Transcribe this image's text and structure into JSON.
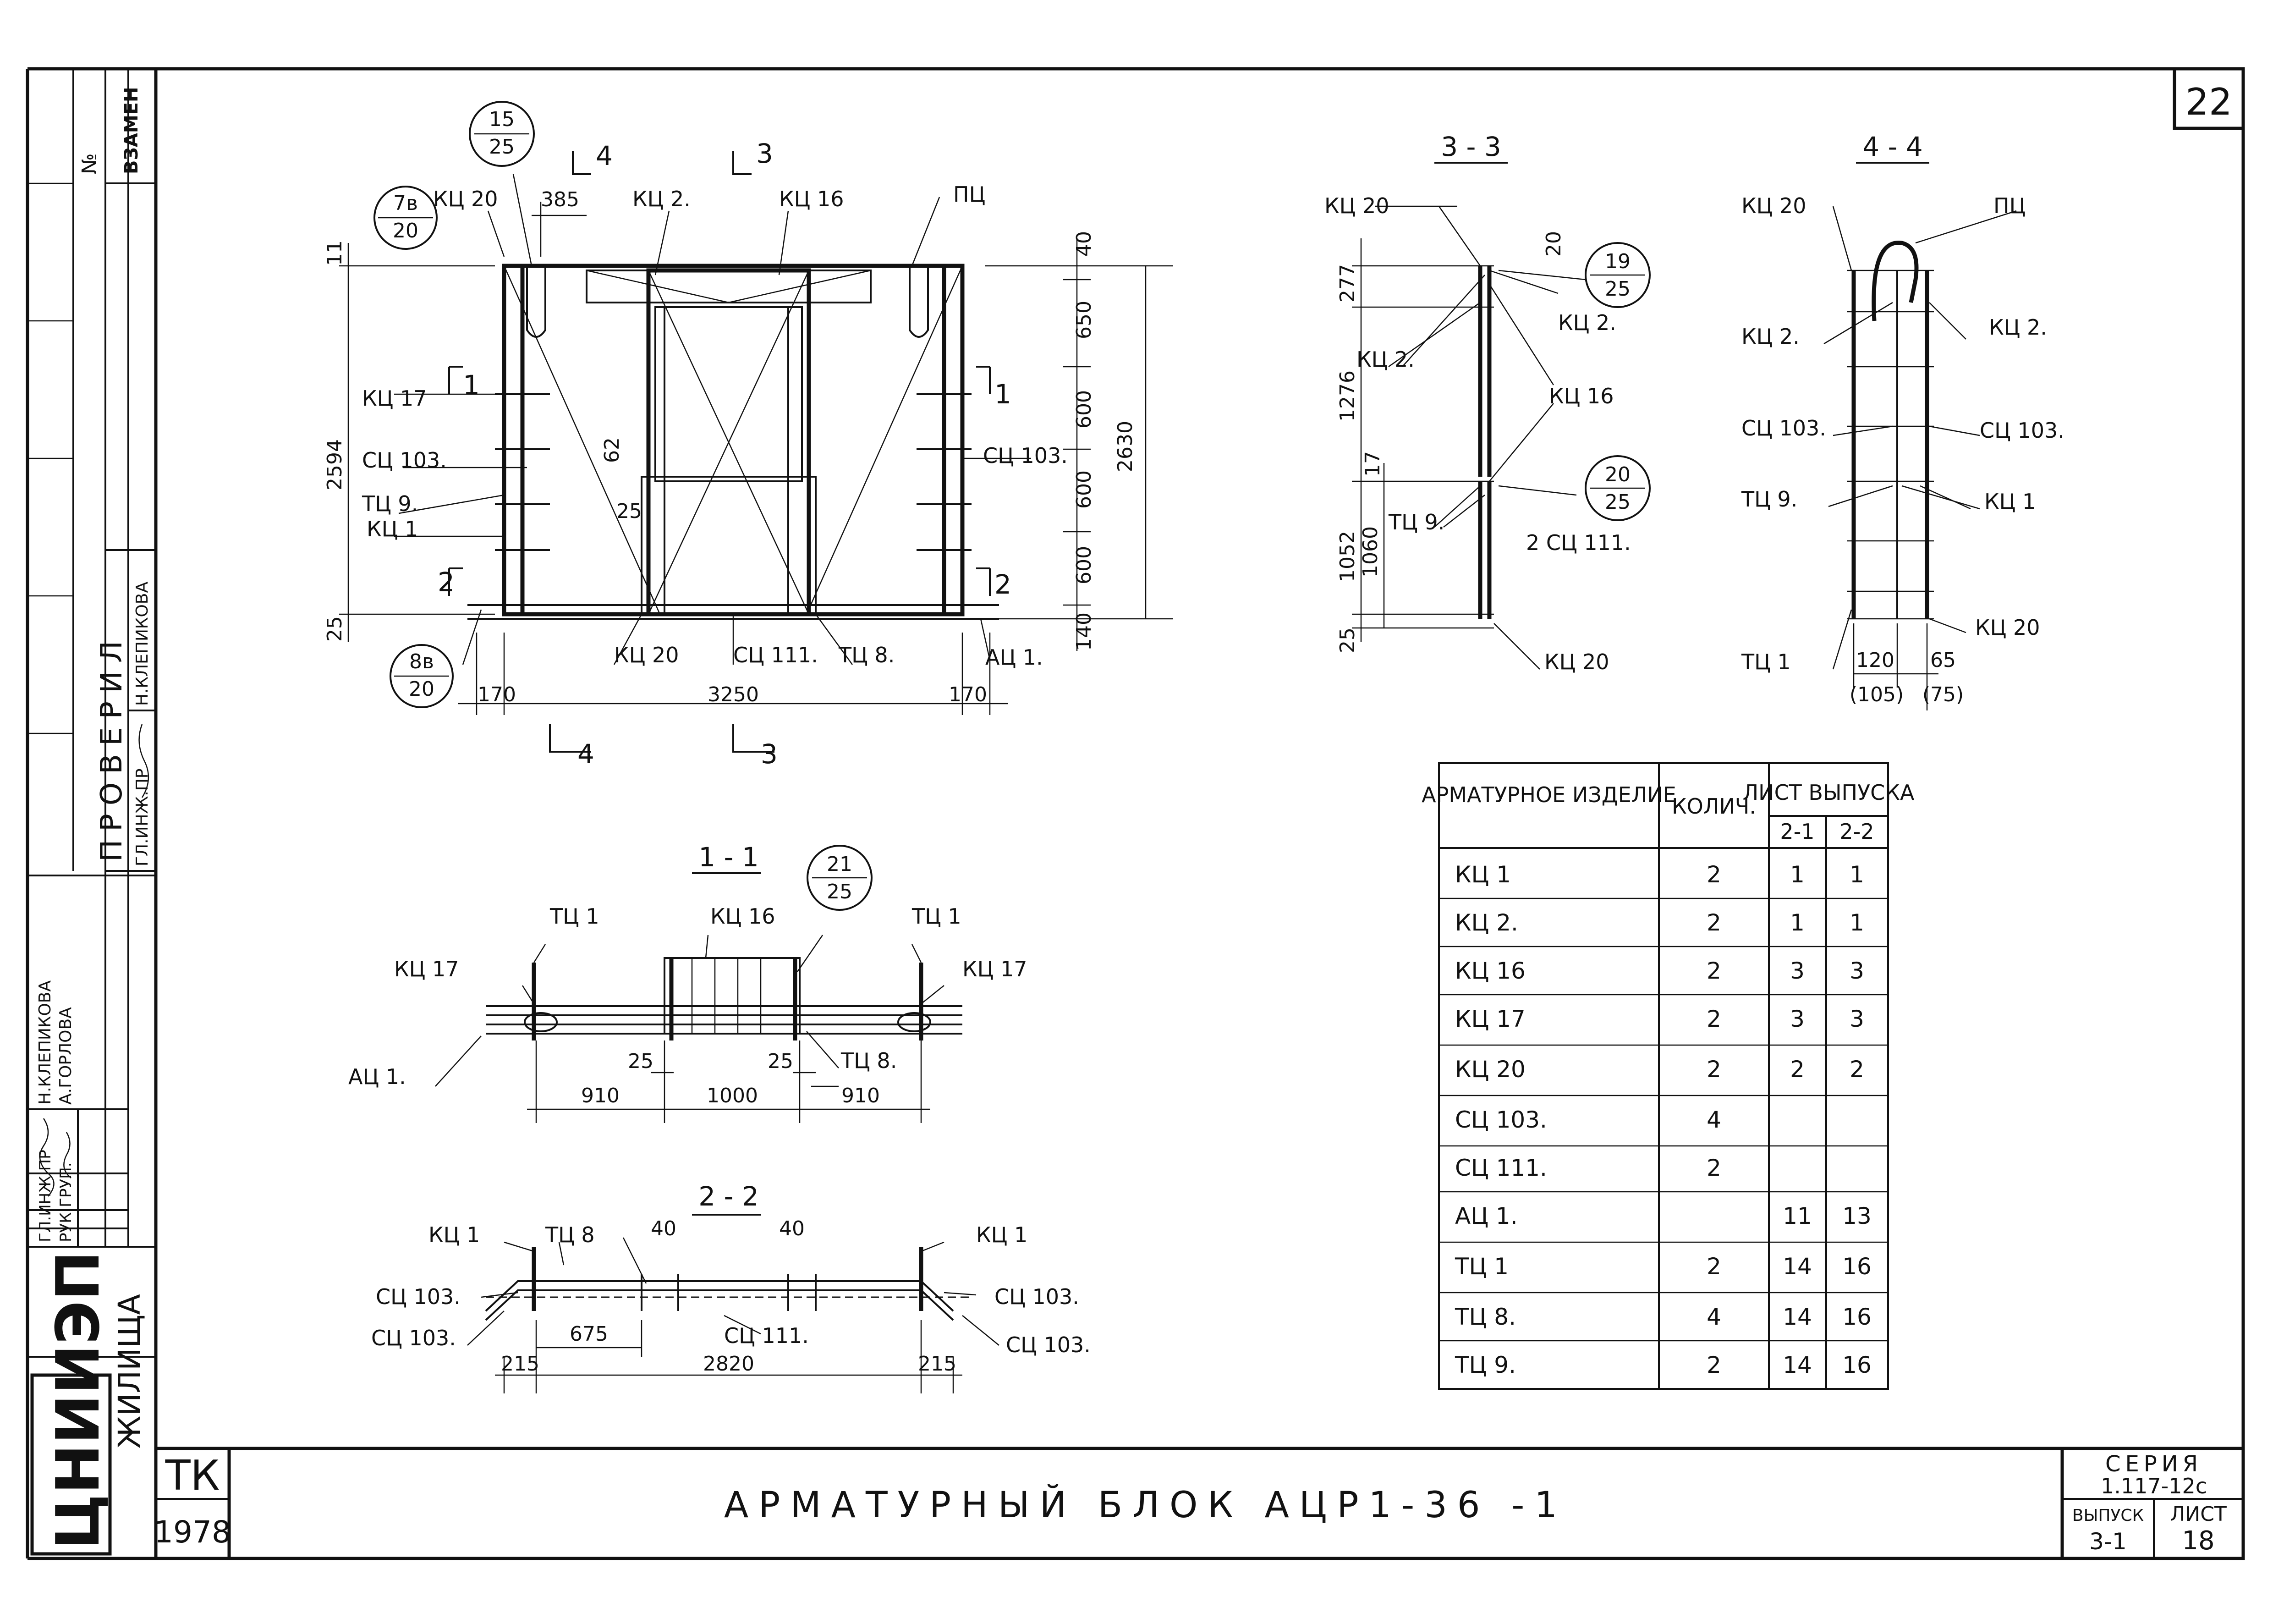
{
  "sheet": {
    "page_number": "22",
    "title": "АРМАТУРНЫЙ БЛОК АЦР1-36 -1",
    "tk": "ТК",
    "year": "1978",
    "series_label": "СЕРИЯ",
    "series_value": "1.117-12с",
    "issue_label": "ВЫПУСК",
    "issue_value": "3-1",
    "sheet_label": "ЛИСТ",
    "sheet_value": "18"
  },
  "side_stamp": {
    "logo": "ЦНИИЭП",
    "org_suffix": "ЖИЛИЩА",
    "vzamen": "ВЗАМЕН",
    "number_sign": "№",
    "checked": "ПРОВЕРИЛ",
    "role_chief_engineer": "ГЛ.ИНЖ.ПР",
    "role_group_head": "РУК.ГРУП.",
    "name_klepikova": "Н.КЛЕПИКОВА",
    "name_gorlova": "А.ГОРЛОВА",
    "name_klepikova_checked": "Н.КЛЕПИКОВА"
  },
  "elevation": {
    "circles": [
      {
        "top": "15",
        "bottom": "25"
      },
      {
        "top": "7в",
        "bottom": "20"
      },
      {
        "top": "8в",
        "bottom": "20"
      }
    ],
    "labels": {
      "kc20_top": "КЦ 20",
      "kc2_top": "КЦ 2.",
      "kc16_top": "КЦ 16",
      "pc_top": "ПЦ",
      "kc17": "КЦ 17",
      "sc103_left": "СЦ 103.",
      "tc9": "ТЦ 9.",
      "kc1": "КЦ 1",
      "sc103_right": "СЦ 103.",
      "kc20_bot": "КЦ 20",
      "sc111": "СЦ 111.",
      "tc8": "ТЦ 8.",
      "ac1": "АЦ 1."
    },
    "dims": {
      "d385": "385",
      "d40": "40",
      "d650": "650",
      "d600a": "600",
      "d600b": "600",
      "d600c": "600",
      "d140": "140",
      "d2630": "2630",
      "d2594": "2594",
      "d11": "11",
      "d25l": "25",
      "d62": "62",
      "d25m": "25",
      "d170l": "170",
      "d3250": "3250",
      "d170r": "170"
    },
    "cuts": {
      "c1": "1",
      "c2": "2",
      "c3": "3",
      "c4": "4"
    }
  },
  "section_11": {
    "title": "1 - 1",
    "circle": {
      "top": "21",
      "bottom": "25"
    },
    "labels": {
      "tc1_l": "ТЦ 1",
      "kc16": "КЦ 16",
      "tc1_r": "ТЦ 1",
      "kc17_l": "КЦ 17",
      "kc17_r": "КЦ 17",
      "ac1": "АЦ 1.",
      "tc8": "ТЦ 8."
    },
    "dims": {
      "d25l": "25",
      "d25r": "25",
      "d910l": "910",
      "d1000": "1000",
      "d910r": "910"
    }
  },
  "section_22": {
    "title": "2 - 2",
    "labels": {
      "kc1_l": "КЦ 1",
      "tc8": "ТЦ 8",
      "kc1_r": "КЦ 1",
      "sc103_a": "СЦ 103.",
      "sc103_b": "СЦ 103.",
      "sc111": "СЦ 111.",
      "sc103_c": "СЦ 103.",
      "sc103_d": "СЦ 103."
    },
    "dims": {
      "d40a": "40",
      "d40b": "40",
      "d675": "675",
      "d215l": "215",
      "d2820": "2820",
      "d215r": "215"
    }
  },
  "section_33": {
    "title": "3 - 3",
    "circles": [
      {
        "top": "19",
        "bottom": "25"
      },
      {
        "top": "20",
        "bottom": "25"
      }
    ],
    "labels": {
      "kc20_t": "КЦ 20",
      "kc2_l": "КЦ 2.",
      "kc2_r": "КЦ 2.",
      "kc16": "КЦ 16",
      "tc9": "ТЦ 9.",
      "sc111": "2 СЦ 111.",
      "kc20_b": "КЦ 20"
    },
    "dims": {
      "d20": "20",
      "d277": "277",
      "d1276": "1276",
      "d17": "17",
      "d1052": "1052",
      "d1060": "1060",
      "d25": "25"
    }
  },
  "section_44": {
    "title": "4 - 4",
    "labels": {
      "kc20_t": "КЦ 20",
      "pc": "ПЦ",
      "kc2_l": "КЦ 2.",
      "kc2_r": "КЦ 2.",
      "sc103_l": "СЦ 103.",
      "sc103_r": "СЦ 103.",
      "tc9": "ТЦ 9.",
      "kc1": "КЦ 1",
      "tc1": "ТЦ 1",
      "kc20_b": "КЦ 20"
    },
    "dims": {
      "d120": "120",
      "d65": "65",
      "d105": "(105)",
      "d75": "(75)"
    }
  },
  "spec_table": {
    "header": {
      "item": "АРМАТУРНОЕ ИЗДЕЛИЕ",
      "qty": "КОЛИЧ.",
      "sheet": "ЛИСТ ВЫПУСКА",
      "v21": "2-1",
      "v22": "2-2"
    },
    "rows": [
      {
        "item": "КЦ 1",
        "qty": "2",
        "v21": "1",
        "v22": "1"
      },
      {
        "item": "КЦ 2.",
        "qty": "2",
        "v21": "1",
        "v22": "1"
      },
      {
        "item": "КЦ 16",
        "qty": "2",
        "v21": "3",
        "v22": "3"
      },
      {
        "item": "КЦ 17",
        "qty": "2",
        "v21": "3",
        "v22": "3"
      },
      {
        "item": "КЦ 20",
        "qty": "2",
        "v21": "2",
        "v22": "2"
      },
      {
        "item": "СЦ 103.",
        "qty": "4",
        "v21": "",
        "v22": ""
      },
      {
        "item": "СЦ 111.",
        "qty": "2",
        "v21": "",
        "v22": ""
      },
      {
        "item": "АЦ 1.",
        "qty": "",
        "v21": "11",
        "v22": "13"
      },
      {
        "item": "ТЦ 1",
        "qty": "2",
        "v21": "14",
        "v22": "16"
      },
      {
        "item": "ТЦ 8.",
        "qty": "4",
        "v21": "14",
        "v22": "16"
      },
      {
        "item": "ТЦ 9.",
        "qty": "2",
        "v21": "14",
        "v22": "16"
      }
    ]
  }
}
